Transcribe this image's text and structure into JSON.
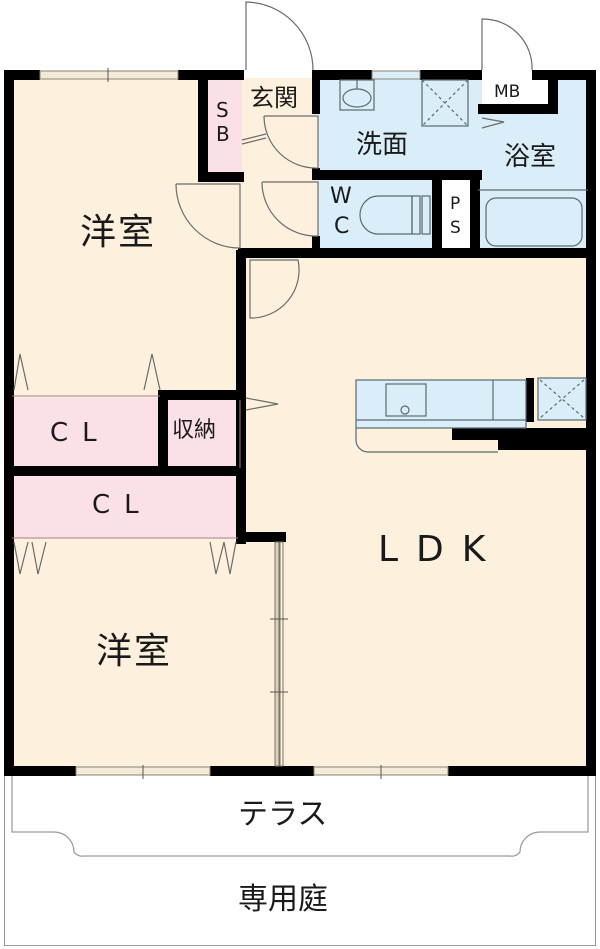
{
  "colors": {
    "living_fill": "#fdf1de",
    "wet_fill": "#d9eef8",
    "storage_fill": "#fbe0e8",
    "wall": "#000000",
    "line": "#6b6b6b",
    "background": "#ffffff"
  },
  "rooms": {
    "western_room_upper": "洋室",
    "western_room_lower": "洋室",
    "shoe_box": "S\nB",
    "shoe_box_s": "S",
    "shoe_box_b": "B",
    "entrance": "玄関",
    "washroom": "洗面",
    "bathroom": "浴室",
    "meter_box": "MB",
    "toilet_w": "W",
    "toilet_c": "C",
    "pipe_space_p": "P",
    "pipe_space_s": "S",
    "closet_upper": "CL",
    "closet_lower": "CL",
    "storage": "収納",
    "ldk": "LDK",
    "terrace": "テラス",
    "private_garden": "専用庭"
  }
}
